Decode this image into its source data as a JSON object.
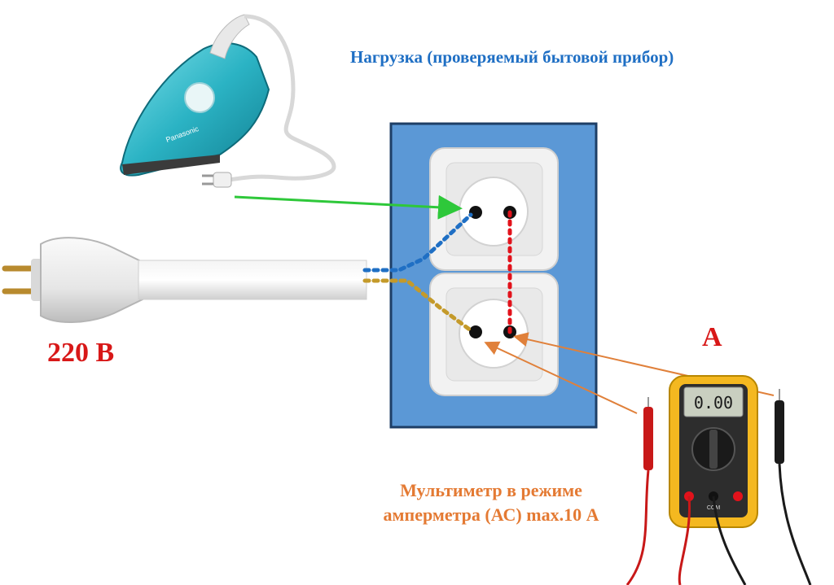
{
  "labels": {
    "load_title": "Нагрузка (проверяемый бытовой прибор)",
    "voltage": "220 В",
    "ammeter_letter": "А",
    "multimeter_line1": "Мультиметр в режиме",
    "multimeter_line2": "амперметра (АС) max.10 А"
  },
  "device": {
    "iron_brand": "Panasonic",
    "display_reading": "0.00",
    "com_port": "COM"
  },
  "colors": {
    "title": "#1f6fc4",
    "voltage": "#d81818",
    "ammeter_letter": "#d81818",
    "caption": "#e47a33",
    "panel": "#5b98d6",
    "wire_neutral": "#1f6fc4",
    "wire_phase": "#e2121b",
    "wire_earth": "#c49a2a",
    "pointer_green": "#2ec83a",
    "pointer_orange": "#e0803a",
    "multimeter_body": "#f4b820"
  }
}
